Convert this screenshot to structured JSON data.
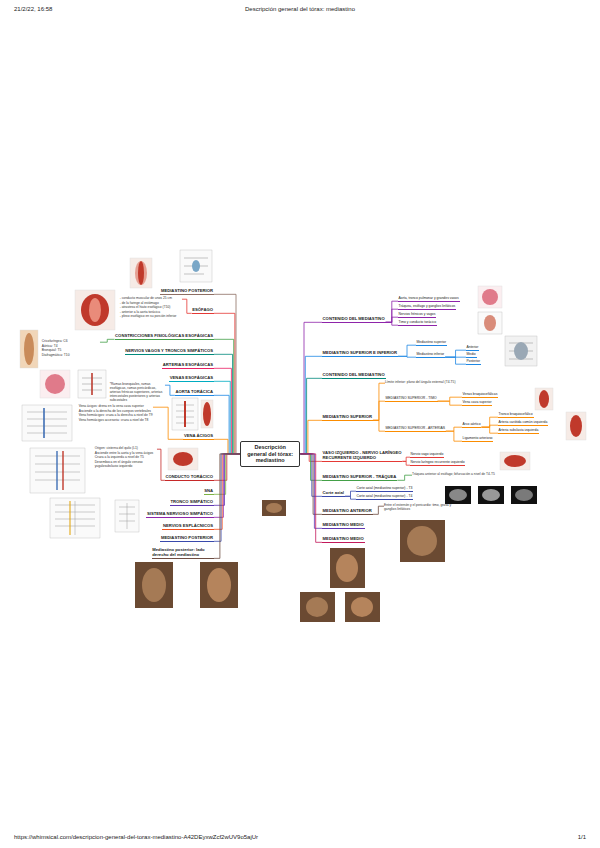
{
  "diagram": {
    "title": "Descripción general del tórax: mediastino",
    "nodes": [
      {
        "text": [
          "Descripción general del tórax: mediastino"
        ]
      },
      {
        "text": [
          "MEDIASTINO POSTERIOR"
        ]
      },
      {
        "text": [
          "ESÓFAGO"
        ]
      },
      {
        "text": [
          "- conducto muscular de unos 25 cm",
          "- de la faringe al estómago",
          "- atraviesa el hiato esofágico (T10)",
          "- anterior a la aorta torácica",
          "- plexo esofágico en su porción inferior"
        ]
      },
      {
        "text": [
          "CONSTRICCIONES FISIOLÓGICAS ESOFÁGICAS"
        ]
      },
      {
        "text": [
          "Cricofaríngea: C6",
          "Aórtica: T4",
          "Bronquial: T5",
          "Diafragmática: T10"
        ]
      },
      {
        "text": [
          "NERVIOS VAGOS Y TRONCOS SIMPÁTICOS"
        ]
      },
      {
        "text": [
          "ARTERIAS ESOFÁGICAS"
        ]
      },
      {
        "text": [
          "VENAS ESOFÁGICAS"
        ]
      },
      {
        "text": [
          "AORTA TORÁCICA"
        ]
      },
      {
        "text": [
          "*Ramas bronquiales, ramas esofágicas, ramas pericárdicas, arterias frénicas superiores, arterias intercostales posteriores y arterias subcostales"
        ]
      },
      {
        "text": [
          "VENA ÁCIGOS"
        ]
      },
      {
        "text": [
          "Vena ácigos: drena en la vena cava superior",
          "Asciende a la derecha de los cuerpos vertebrales",
          "Vena hemiácigos: cruza a la derecha a nivel de T9",
          "Vena hemiácigos accesoria: cruza a nivel de T8"
        ]
      },
      {
        "text": [
          "CONDUCTO TORÁCICO"
        ]
      },
      {
        "text": [
          "Origen: cisterna del quilo (L1)",
          "Asciende entre la aorta y la vena ácigos",
          "Cruza a la izquierda a nivel de T5",
          "Desemboca en el ángulo venoso yugulosubclavio izquierdo"
        ]
      },
      {
        "text": [
          "SNA"
        ]
      },
      {
        "text": [
          "TRONCO SIMPÁTICO"
        ]
      },
      {
        "text": [
          "SISTEMA NERVIOSO SIMPÁTICO"
        ]
      },
      {
        "text": [
          "NERVIOS ESPLÁCNICOS"
        ]
      },
      {
        "text": [
          "MEDIASTINO POSTERIOR"
        ]
      },
      {
        "text": [
          "Mediastino posterior: lado derecho del mediastino"
        ]
      },
      {
        "text": [
          "CONTENIDO DEL MEDIASTINO"
        ]
      },
      {
        "text": [
          "Aorta, tronco pulmonar y grandes vasos"
        ]
      },
      {
        "text": [
          "Tráquea, esófago y ganglios linfáticos"
        ]
      },
      {
        "text": [
          "Nervios frénicos y vagos"
        ]
      },
      {
        "text": [
          "Timo y conducto torácico"
        ]
      },
      {
        "text": [
          "MEDIASTINO SUPERIOR E INFERIOR"
        ]
      },
      {
        "text": [
          "Mediastino superior"
        ]
      },
      {
        "text": [
          "Mediastino inferior"
        ]
      },
      {
        "text": [
          "Anterior"
        ]
      },
      {
        "text": [
          "Medio"
        ]
      },
      {
        "text": [
          "Posterior"
        ]
      },
      {
        "text": [
          "CONTENIDO DEL MEDIASTINO"
        ]
      },
      {
        "text": [
          "MEDIASTINO SUPERIOR"
        ]
      },
      {
        "text": [
          "Límite inferior: plano del ángulo esternal (T4-T5)"
        ]
      },
      {
        "text": [
          "MEDIASTINO SUPERIOR - TIMO"
        ]
      },
      {
        "text": [
          "Venas braquiocefálicas"
        ]
      },
      {
        "text": [
          "Vena cava superior"
        ]
      },
      {
        "text": [
          "MEDIASTINO SUPERIOR - ARTERIAS"
        ]
      },
      {
        "text": [
          "Arco aórtico"
        ]
      },
      {
        "text": [
          "Tronco braquiocefálico"
        ]
      },
      {
        "text": [
          "Arteria carótida común izquierda"
        ]
      },
      {
        "text": [
          "Arteria subclavia izquierda"
        ]
      },
      {
        "text": [
          "Ligamento arterioso"
        ]
      },
      {
        "text": [
          "VASO IZQUIERDO - NERVIO LARÍNGEO RECURRENTE IZQUIERDO"
        ]
      },
      {
        "text": [
          "Nervio vago izquierdo"
        ]
      },
      {
        "text": [
          "Nervio laríngeo recurrente izquierdo"
        ]
      },
      {
        "text": [
          "MEDIASTINO SUPERIOR - TRÁQUEA"
        ]
      },
      {
        "text": [
          "Tráquea anterior al esófago; bifurcación a nivel de T4-T5"
        ]
      },
      {
        "text": [
          "Corte axial"
        ]
      },
      {
        "text": [
          "Corte axial (mediastino superior) - T3"
        ]
      },
      {
        "text": [
          "Corte axial (mediastino superior) - T4"
        ]
      },
      {
        "text": [
          "MEDIASTINO ANTERIOR"
        ]
      },
      {
        "text": [
          "Entre el esternón y el pericardio: timo, grasa y ganglios linfáticos"
        ]
      },
      {
        "text": [
          "MEDIASTINO MEDIO"
        ]
      },
      {
        "text": [
          "MEDIASTINO MEDIO"
        ]
      }
    ],
    "edges": [
      {
        "from": 0,
        "to": 1,
        "arrow": "none"
      },
      {
        "from": 0,
        "to": 2,
        "arrow": "none"
      },
      {
        "from": 2,
        "to": 3,
        "arrow": "none"
      },
      {
        "from": 0,
        "to": 4,
        "arrow": "none"
      },
      {
        "from": 4,
        "to": 5,
        "arrow": "none"
      },
      {
        "from": 0,
        "to": 6,
        "arrow": "none"
      },
      {
        "from": 0,
        "to": 7,
        "arrow": "none"
      },
      {
        "from": 0,
        "to": 8,
        "arrow": "none"
      },
      {
        "from": 0,
        "to": 9,
        "arrow": "none"
      },
      {
        "from": 9,
        "to": 10,
        "arrow": "none"
      },
      {
        "from": 0,
        "to": 11,
        "arrow": "none"
      },
      {
        "from": 11,
        "to": 12,
        "arrow": "none"
      },
      {
        "from": 0,
        "to": 13,
        "arrow": "none"
      },
      {
        "from": 13,
        "to": 14,
        "arrow": "none"
      },
      {
        "from": 0,
        "to": 15,
        "arrow": "none"
      },
      {
        "from": 0,
        "to": 16,
        "arrow": "none"
      },
      {
        "from": 0,
        "to": 17,
        "arrow": "none"
      },
      {
        "from": 0,
        "to": 18,
        "arrow": "none"
      },
      {
        "from": 0,
        "to": 19,
        "arrow": "none"
      },
      {
        "from": 0,
        "to": 20,
        "arrow": "none"
      },
      {
        "from": 0,
        "to": 21,
        "arrow": "none"
      },
      {
        "from": 21,
        "to": 22,
        "arrow": "none"
      },
      {
        "from": 21,
        "to": 23,
        "arrow": "none"
      },
      {
        "from": 21,
        "to": 24,
        "arrow": "none"
      },
      {
        "from": 21,
        "to": 25,
        "arrow": "none"
      },
      {
        "from": 0,
        "to": 26,
        "arrow": "none"
      },
      {
        "from": 26,
        "to": 27,
        "arrow": "none"
      },
      {
        "from": 26,
        "to": 28,
        "arrow": "none"
      },
      {
        "from": 28,
        "to": 29,
        "arrow": "none"
      },
      {
        "from": 28,
        "to": 30,
        "arrow": "none"
      },
      {
        "from": 28,
        "to": 31,
        "arrow": "none"
      },
      {
        "from": 0,
        "to": 32,
        "arrow": "none"
      },
      {
        "from": 0,
        "to": 33,
        "arrow": "none"
      },
      {
        "from": 33,
        "to": 34,
        "arrow": "none"
      },
      {
        "from": 33,
        "to": 35,
        "arrow": "none"
      },
      {
        "from": 35,
        "to": 36,
        "arrow": "none"
      },
      {
        "from": 35,
        "to": 37,
        "arrow": "none"
      },
      {
        "from": 33,
        "to": 38,
        "arrow": "none"
      },
      {
        "from": 38,
        "to": 39,
        "arrow": "none"
      },
      {
        "from": 39,
        "to": 40,
        "arrow": "none"
      },
      {
        "from": 39,
        "to": 41,
        "arrow": "none"
      },
      {
        "from": 39,
        "to": 42,
        "arrow": "none"
      },
      {
        "from": 38,
        "to": 43,
        "arrow": "none"
      },
      {
        "from": 0,
        "to": 44,
        "arrow": "none"
      },
      {
        "from": 44,
        "to": 45,
        "arrow": "none"
      },
      {
        "from": 44,
        "to": 46,
        "arrow": "none"
      },
      {
        "from": 0,
        "to": 47,
        "arrow": "none"
      },
      {
        "from": 47,
        "to": 48,
        "arrow": "none"
      },
      {
        "from": 0,
        "to": 49,
        "arrow": "none"
      },
      {
        "from": 49,
        "to": 50,
        "arrow": "none"
      },
      {
        "from": 49,
        "to": 51,
        "arrow": "none"
      },
      {
        "from": 0,
        "to": 52,
        "arrow": "none"
      },
      {
        "from": 52,
        "to": 53,
        "arrow": "none"
      },
      {
        "from": 0,
        "to": 54,
        "arrow": "none"
      },
      {
        "from": 0,
        "to": 55,
        "arrow": "none"
      }
    ],
    "labels": [
      "21/2/22, 16:58",
      "https://whimsical.com/descripcion-general-del-torax-mediastino-A42DEyxwZcf2wUV9o5ajUr",
      "1/1"
    ]
  }
}
